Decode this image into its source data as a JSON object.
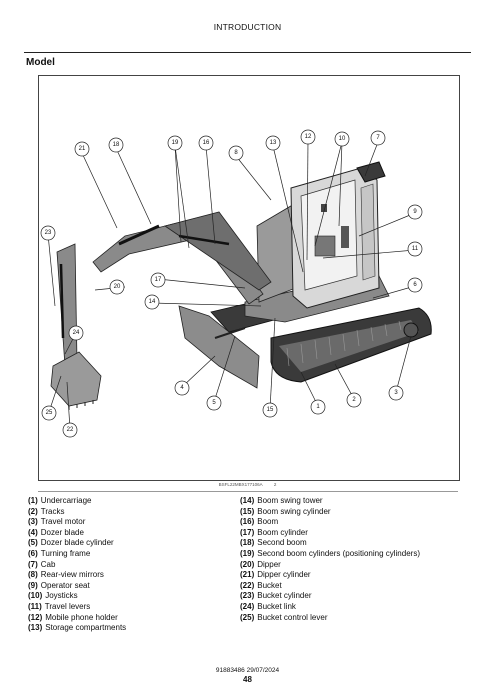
{
  "header": {
    "title": "INTRODUCTION"
  },
  "section": {
    "title": "Model"
  },
  "figure": {
    "ref_code": "BSFL22MBX177106A",
    "ref_num": "2",
    "callouts": [
      "1",
      "2",
      "3",
      "4",
      "5",
      "6",
      "7",
      "8",
      "9",
      "10",
      "11",
      "12",
      "13",
      "14",
      "15",
      "16",
      "17",
      "18",
      "19",
      "20",
      "21",
      "22",
      "23",
      "24",
      "25"
    ]
  },
  "legend_left": [
    {
      "num": "(1)",
      "label": "Undercarriage"
    },
    {
      "num": "(2)",
      "label": "Tracks"
    },
    {
      "num": "(3)",
      "label": "Travel motor"
    },
    {
      "num": "(4)",
      "label": "Dozer blade"
    },
    {
      "num": "(5)",
      "label": "Dozer blade cylinder"
    },
    {
      "num": "(6)",
      "label": "Turning frame"
    },
    {
      "num": "(7)",
      "label": "Cab"
    },
    {
      "num": "(8)",
      "label": "Rear-view mirrors"
    },
    {
      "num": "(9)",
      "label": "Operator seat"
    },
    {
      "num": "(10)",
      "label": "Joysticks"
    },
    {
      "num": "(11)",
      "label": "Travel levers"
    },
    {
      "num": "(12)",
      "label": "Mobile phone holder"
    },
    {
      "num": "(13)",
      "label": "Storage compartments"
    }
  ],
  "legend_right": [
    {
      "num": "(14)",
      "label": "Boom swing tower"
    },
    {
      "num": "(15)",
      "label": "Boom swing cylinder"
    },
    {
      "num": "(16)",
      "label": "Boom"
    },
    {
      "num": "(17)",
      "label": "Boom cylinder"
    },
    {
      "num": "(18)",
      "label": "Second boom"
    },
    {
      "num": "(19)",
      "label": "Second boom cylinders (positioning cylinders)"
    },
    {
      "num": "(20)",
      "label": "Dipper"
    },
    {
      "num": "(21)",
      "label": "Dipper cylinder"
    },
    {
      "num": "(22)",
      "label": "Bucket"
    },
    {
      "num": "(23)",
      "label": "Bucket cylinder"
    },
    {
      "num": "(24)",
      "label": "Bucket link"
    },
    {
      "num": "(25)",
      "label": "Bucket control lever"
    }
  ],
  "footer": {
    "code": "91883486 29/07/2024",
    "page": "48"
  }
}
